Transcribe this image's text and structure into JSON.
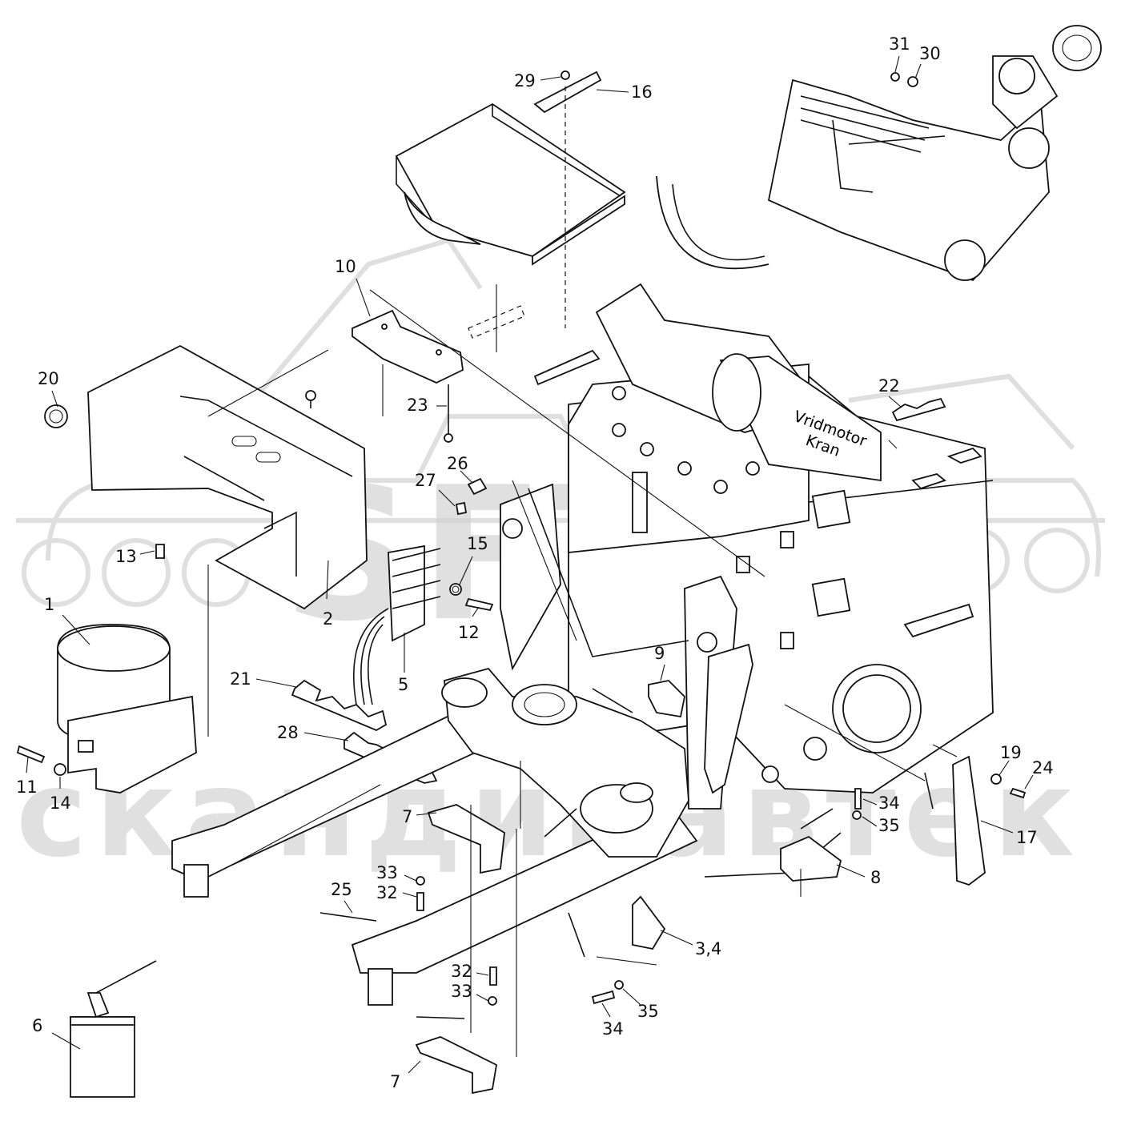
{
  "watermark": {
    "brand": "SFT",
    "city": "скандинавтек"
  },
  "callouts": [
    {
      "id": "c1",
      "text": "1"
    },
    {
      "id": "c2",
      "text": "2"
    },
    {
      "id": "c3",
      "text": "3,4"
    },
    {
      "id": "c5",
      "text": "5"
    },
    {
      "id": "c6",
      "text": "6"
    },
    {
      "id": "c7a",
      "text": "7"
    },
    {
      "id": "c7b",
      "text": "7"
    },
    {
      "id": "c8",
      "text": "8"
    },
    {
      "id": "c9",
      "text": "9"
    },
    {
      "id": "c10",
      "text": "10"
    },
    {
      "id": "c11",
      "text": "11"
    },
    {
      "id": "c12",
      "text": "12"
    },
    {
      "id": "c13",
      "text": "13"
    },
    {
      "id": "c14",
      "text": "14"
    },
    {
      "id": "c15",
      "text": "15"
    },
    {
      "id": "c16",
      "text": "16"
    },
    {
      "id": "c17",
      "text": "17"
    },
    {
      "id": "c19",
      "text": "19"
    },
    {
      "id": "c20",
      "text": "20"
    },
    {
      "id": "c21",
      "text": "21"
    },
    {
      "id": "c22",
      "text": "22"
    },
    {
      "id": "c23",
      "text": "23"
    },
    {
      "id": "c24",
      "text": "24"
    },
    {
      "id": "c25",
      "text": "25"
    },
    {
      "id": "c26",
      "text": "26"
    },
    {
      "id": "c27",
      "text": "27"
    },
    {
      "id": "c28",
      "text": "28"
    },
    {
      "id": "c29",
      "text": "29"
    },
    {
      "id": "c30",
      "text": "30"
    },
    {
      "id": "c31",
      "text": "31"
    },
    {
      "id": "c32a",
      "text": "32"
    },
    {
      "id": "c32b",
      "text": "32"
    },
    {
      "id": "c33a",
      "text": "33"
    },
    {
      "id": "c33b",
      "text": "33"
    },
    {
      "id": "c34a",
      "text": "34"
    },
    {
      "id": "c34b",
      "text": "34"
    },
    {
      "id": "c35a",
      "text": "35"
    },
    {
      "id": "c35b",
      "text": "35"
    }
  ],
  "motor_label": {
    "line1": "Vridmotor",
    "line2": "Kran"
  }
}
